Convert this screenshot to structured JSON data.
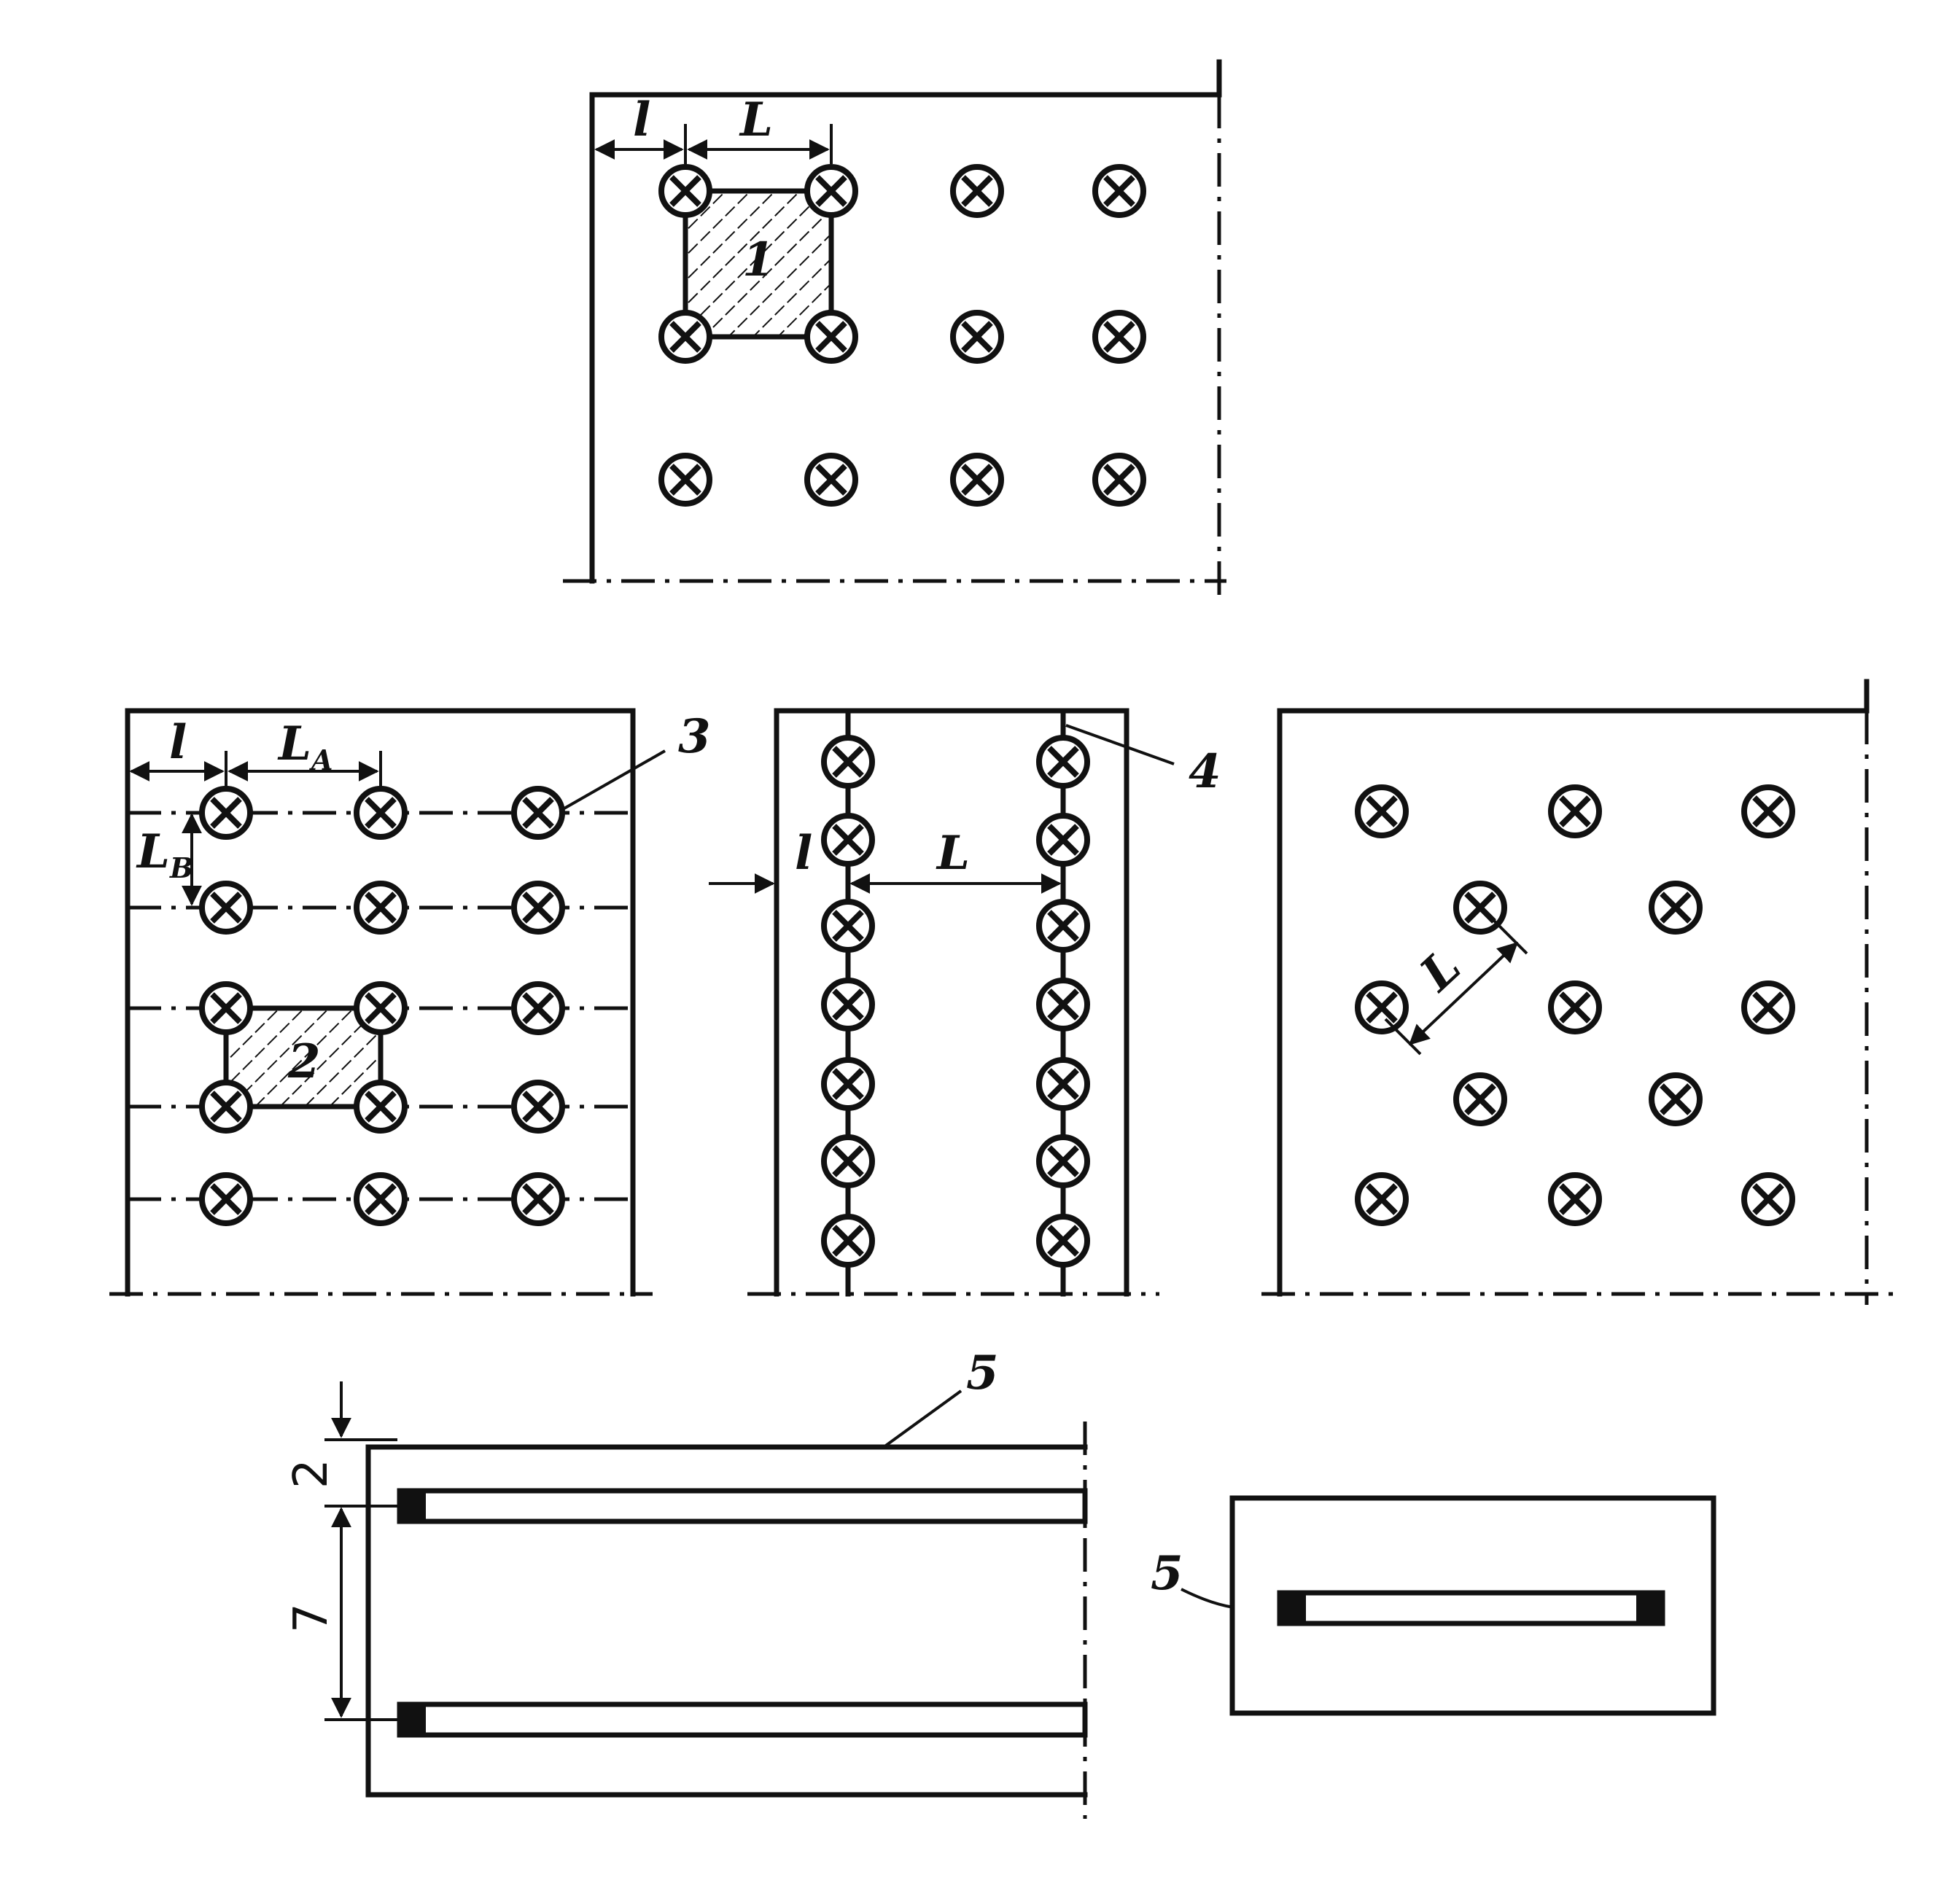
{
  "labels": {
    "l": "l",
    "L": "L",
    "LA_main": "L",
    "LA_sub": "A",
    "LB_main": "L",
    "LB_sub": "B",
    "area1": "1",
    "area2": "2",
    "callout3": "3",
    "callout4": "4",
    "callout5": "5",
    "dim2": "2",
    "dim7": "7"
  },
  "colors": {
    "line": "#111111",
    "background": "#ffffff"
  },
  "icons": {
    "light": "circle-cross-icon",
    "lamp_end_cap": "black-rectangle"
  }
}
